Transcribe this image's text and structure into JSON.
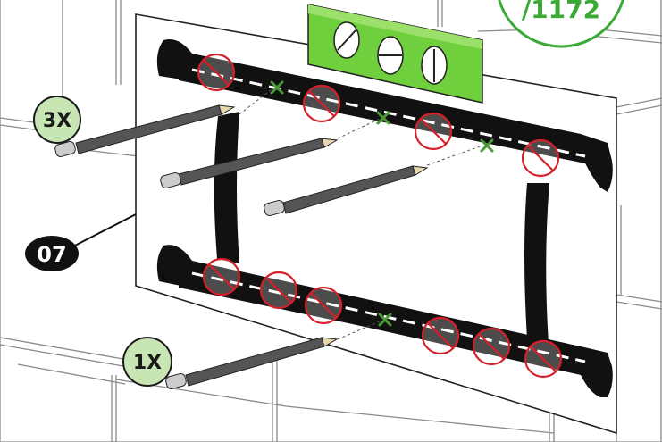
{
  "step": {
    "number": "07"
  },
  "callouts": {
    "top_left": "3X",
    "bottom_left": "1X",
    "top_right_partial": "/1172"
  },
  "colors": {
    "background": "#ffffff",
    "wall_lines": "#8a8a8a",
    "template_paper": "#ffffff",
    "bracket": "#111111",
    "callout_fill": "#c8e6b4",
    "callout_stroke": "#1a1a1a",
    "brand_green": "#3aaa35",
    "level_green": "#6fcf3c",
    "no_drill_red": "#d5202a",
    "mark_green": "#4a9a3a",
    "pencil": "#555555"
  },
  "icons": {
    "level": "spirit-level-icon",
    "pencil": "pencil-icon",
    "prohibited": "no-drill-icon",
    "mark": "x-mark-icon"
  }
}
